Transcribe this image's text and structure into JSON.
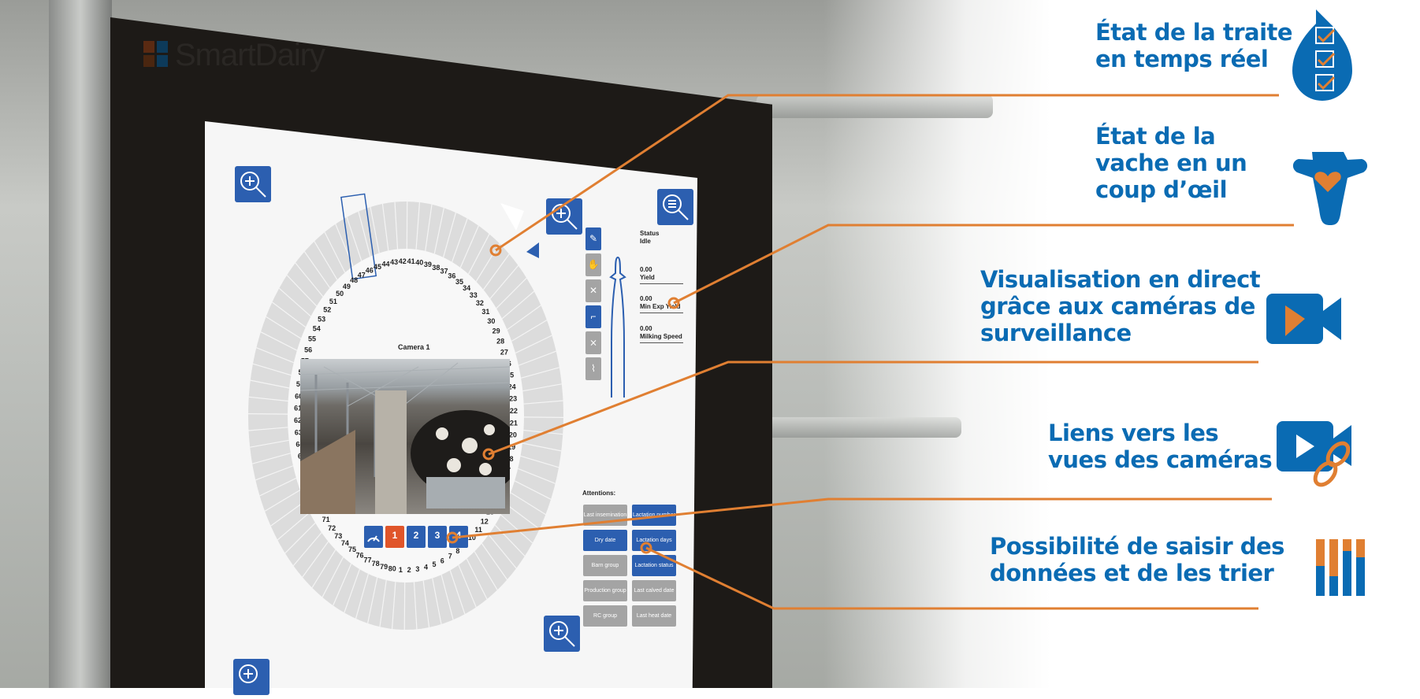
{
  "brand": "SmartDairy",
  "colors": {
    "blue": "#0a6bb3",
    "orange": "#e07f32",
    "ui_blue": "#2c5fb0",
    "ui_gray": "#a4a4a4",
    "ui_orange": "#e0552a"
  },
  "screen": {
    "stall_count": 80,
    "camera_title": "Camera 1",
    "camera_buttons": [
      {
        "label": "1",
        "active": true
      },
      {
        "label": "2",
        "active": false
      },
      {
        "label": "3",
        "active": false
      },
      {
        "label": "4",
        "active": false
      }
    ],
    "status_label": "Status",
    "status_value": "Idle",
    "metrics": [
      {
        "value": "0.00",
        "label": "Yield"
      },
      {
        "value": "0.00",
        "label": "Min Exp Yield"
      },
      {
        "value": "0.00",
        "label": "Milking Speed"
      }
    ],
    "attentions_label": "Attentions:",
    "attention_buttons": [
      {
        "label": "Last insemination",
        "color": "gray"
      },
      {
        "label": "Lactation number",
        "color": "blue"
      },
      {
        "label": "Dry date",
        "color": "blue"
      },
      {
        "label": "Lactation days",
        "color": "blue"
      },
      {
        "label": "Barn group",
        "color": "gray"
      },
      {
        "label": "Lactation status",
        "color": "blue"
      },
      {
        "label": "Production group",
        "color": "gray"
      },
      {
        "label": "Last calved date",
        "color": "gray"
      },
      {
        "label": "RC group",
        "color": "gray"
      },
      {
        "label": "Last heat date",
        "color": "gray"
      }
    ]
  },
  "callouts": [
    {
      "line1": "État de la traite",
      "line2": "en temps réel",
      "line3": "",
      "icon": "milk-drop-checklist-icon"
    },
    {
      "line1": "État de la",
      "line2": "vache en un",
      "line3": "coup d’œil",
      "icon": "cow-heart-icon"
    },
    {
      "line1": "Visualisation en direct",
      "line2": "grâce aux caméras de",
      "line3": "surveillance",
      "icon": "video-camera-icon"
    },
    {
      "line1": "Liens vers les",
      "line2": "vues des caméras",
      "line3": "",
      "icon": "camera-link-icon"
    },
    {
      "line1": "Possibilité de saisir des",
      "line2": "données et de les trier",
      "line3": "",
      "icon": "sorted-bars-icon"
    }
  ]
}
